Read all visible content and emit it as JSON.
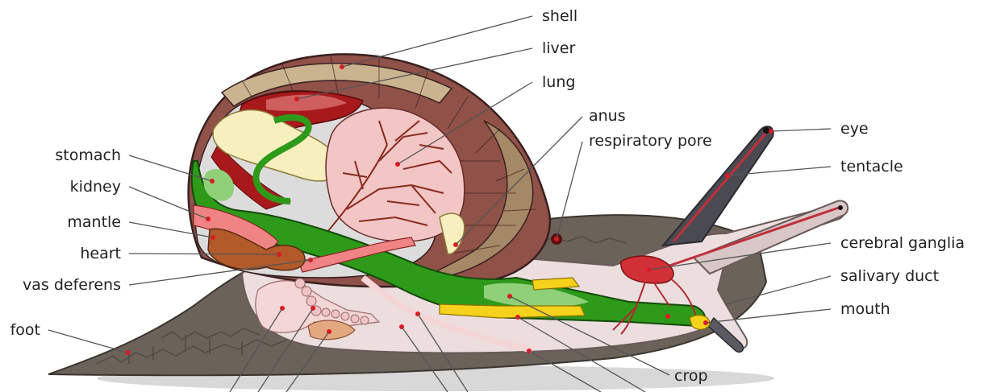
{
  "labels": {
    "shell": "shell",
    "liver": "liver",
    "lung": "lung",
    "anus": "anus",
    "respiratory_pore": "respiratory pore",
    "eye": "eye",
    "tentacle": "tentacle",
    "cerebral_ganglia": "cerebral ganglia",
    "salivary_duct": "salivary duct",
    "mouth": "mouth",
    "crop": "crop",
    "stomach": "stomach",
    "kidney": "kidney",
    "mantle": "mantle",
    "heart": "heart",
    "vas_deferens": "vas deferens",
    "foot": "foot"
  },
  "colors": {
    "foot": "#6b625a",
    "body": "#ecdede",
    "shell_outer": "#8f5148",
    "shell_band": "#c9b48f",
    "shell_inner": "#a58866",
    "liver": "#a8191c",
    "lung": "#f2c6c4",
    "vessels": "#8a2a1e",
    "gut": "#2e9a1a",
    "yellow": "#f6d21c",
    "tentacle": "#4a4a52",
    "ganglia": "#d03036",
    "heart": "#b35a2a",
    "cream": "#f8efbf"
  }
}
